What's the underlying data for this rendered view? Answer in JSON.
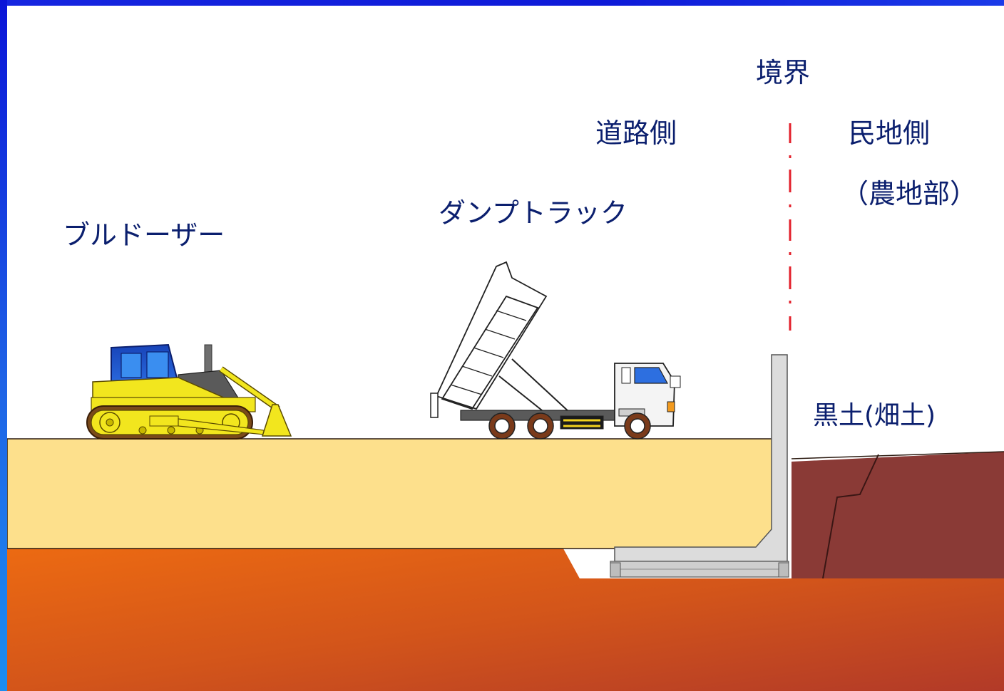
{
  "labels": {
    "boundary": "境界",
    "road_side": "道路側",
    "private_side": "民地側",
    "farmland": "（農地部）",
    "dump_truck": "ダンプトラック",
    "bulldozer": "ブルドーザー",
    "black_soil": "黒土(畑土)"
  },
  "colors": {
    "frame_blue": "#1a22d8",
    "fill_sand": "#fde08c",
    "subsoil_orange": "#d8560f",
    "black_soil_brown": "#8a3a36",
    "boundary_red": "#e3202b",
    "label_navy": "#0b1f6e",
    "bulldozer_yellow": "#f2e61e",
    "bulldozer_cab_blue": "#1e4fc8"
  }
}
